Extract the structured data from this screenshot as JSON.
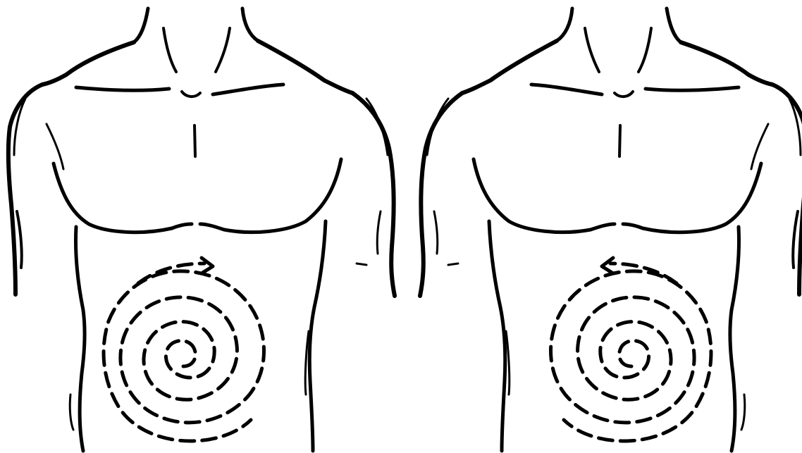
{
  "figures": [
    {
      "id": "left-torso",
      "spiral_direction": "clockwise"
    },
    {
      "id": "right-torso",
      "spiral_direction": "counterclockwise"
    }
  ],
  "colors": {
    "ink": "#000000",
    "background": "#ffffff"
  }
}
